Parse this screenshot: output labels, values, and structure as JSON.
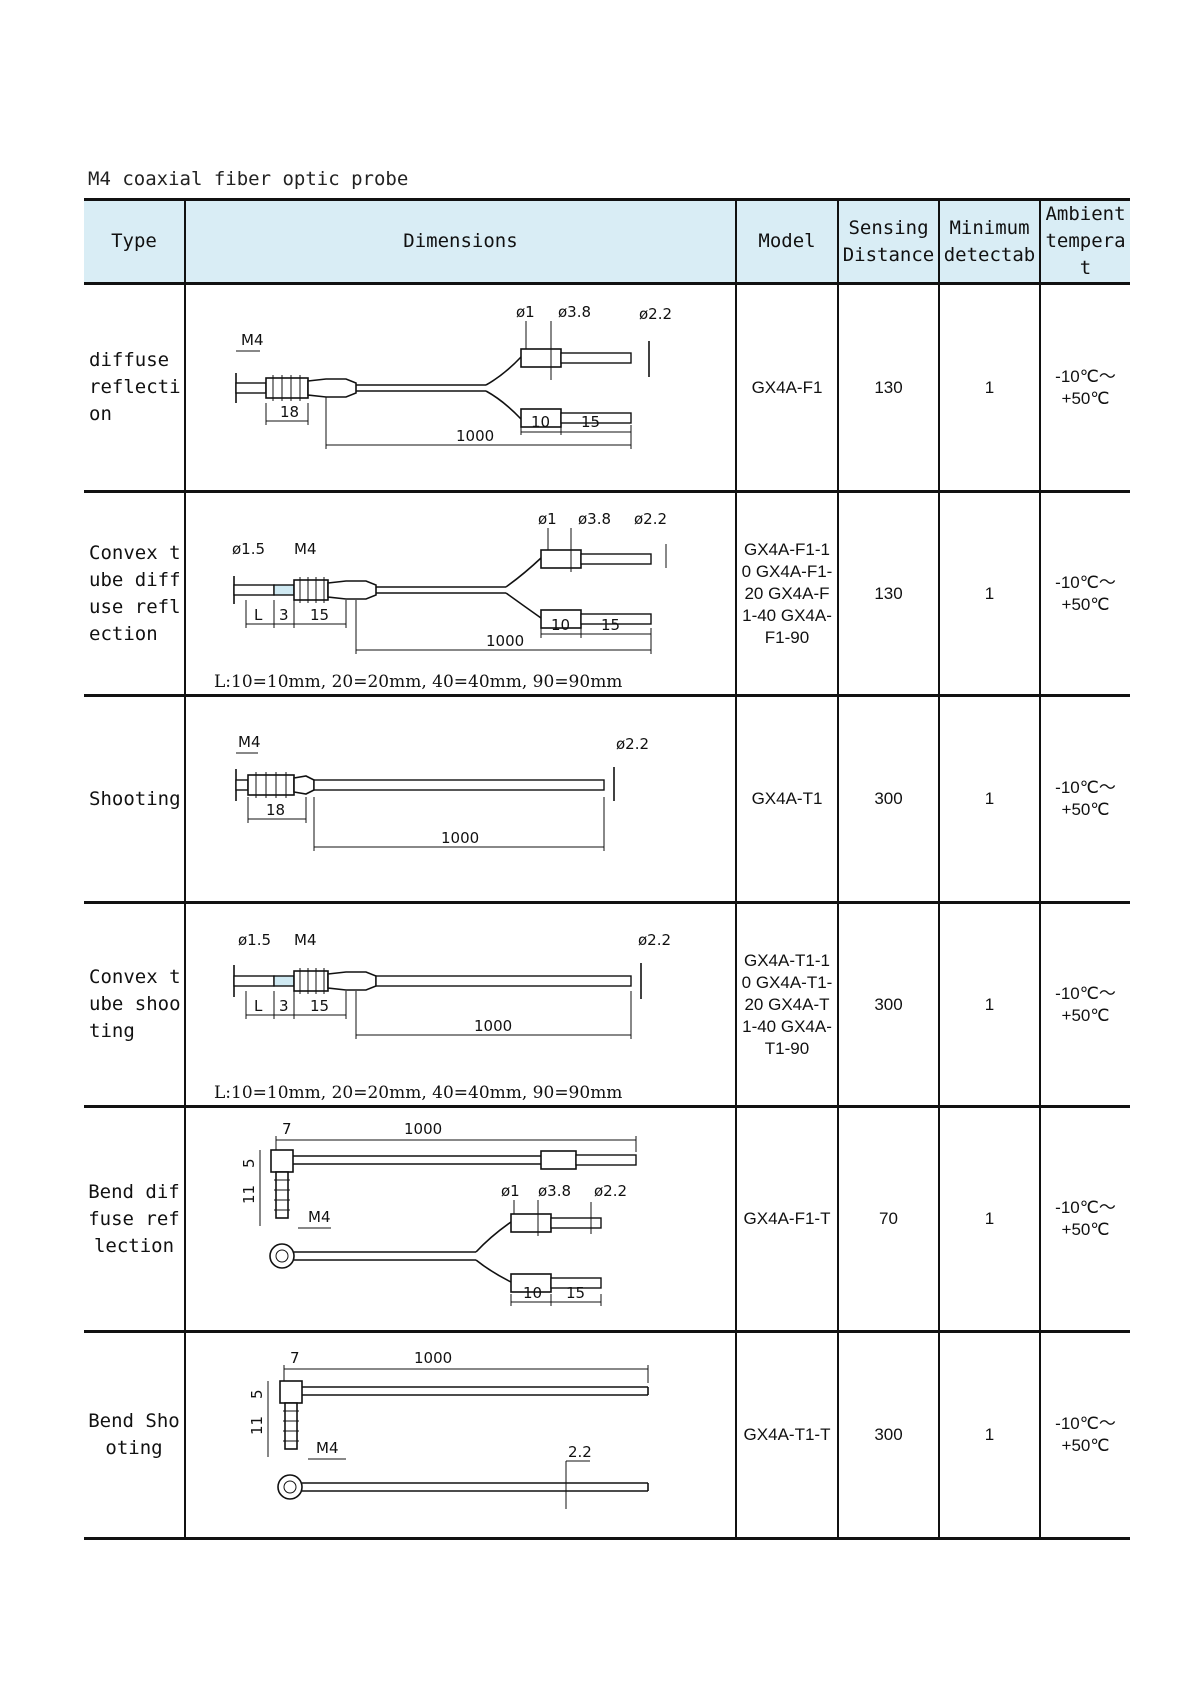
{
  "caption": "M4 coaxial fiber optic probe",
  "columns": {
    "type": "Type",
    "dimensions": "Dimensions",
    "model": "Model",
    "sensing": "Sensing Distance",
    "minimum": "Minimum detectab",
    "ambient": "Ambient temperat"
  },
  "rows": [
    {
      "type": "diffuse reflection",
      "model": "GX4A-F1",
      "sensing": "130",
      "minimum": "1",
      "ambient": "-10℃～+50℃",
      "dims": {
        "thread": "M4",
        "d1": "ø1",
        "d2": "ø3.8",
        "d3": "ø2.2",
        "l1": "18",
        "l2": "1000",
        "l3": "10",
        "l4": "15"
      },
      "note": ""
    },
    {
      "type": "Convex tube diffuse reflection",
      "model": "GX4A-F1-10 GX4A-F1-20 GX4A-F1-40 GX4A-F1-90",
      "sensing": "130",
      "minimum": "1",
      "ambient": "-10℃～+50℃",
      "dims": {
        "tube": "ø1.5",
        "thread": "M4",
        "d1": "ø1",
        "d2": "ø3.8",
        "d3": "ø2.2",
        "lL": "L",
        "l3s": "3",
        "l15": "15",
        "l2": "1000",
        "l3": "10",
        "l4": "15"
      },
      "note": "L:10=10mm, 20=20mm, 40=40mm, 90=90mm"
    },
    {
      "type": "Shooting",
      "model": "GX4A-T1",
      "sensing": "300",
      "minimum": "1",
      "ambient": "-10℃～+50℃",
      "dims": {
        "thread": "M4",
        "d3": "ø2.2",
        "l1": "18",
        "l2": "1000"
      },
      "note": ""
    },
    {
      "type": "Convex tube shooting",
      "model": "GX4A-T1-10 GX4A-T1-20 GX4A-T1-40 GX4A-T1-90",
      "sensing": "300",
      "minimum": "1",
      "ambient": "-10℃～+50℃",
      "dims": {
        "tube": "ø1.5",
        "thread": "M4",
        "d3": "ø2.2",
        "lL": "L",
        "l3s": "3",
        "l15": "15",
        "l2": "1000"
      },
      "note": "L:10=10mm, 20=20mm, 40=40mm, 90=90mm"
    },
    {
      "type": "Bend diffuse reflection",
      "model": "GX4A-F1-T",
      "sensing": "70",
      "minimum": "1",
      "ambient": "-10℃～+50℃",
      "dims": {
        "w": "7",
        "len": "1000",
        "h1": "5",
        "h2": "11",
        "thread": "M4",
        "d1": "ø1",
        "d2": "ø3.8",
        "d3": "ø2.2",
        "l3": "10",
        "l4": "15"
      },
      "note": ""
    },
    {
      "type": "Bend Shooting",
      "model": "GX4A-T1-T",
      "sensing": "300",
      "minimum": "1",
      "ambient": "-10℃～+50℃",
      "dims": {
        "w": "7",
        "len": "1000",
        "h1": "5",
        "h2": "11",
        "thread": "M4",
        "d": "2.2"
      },
      "note": ""
    }
  ]
}
